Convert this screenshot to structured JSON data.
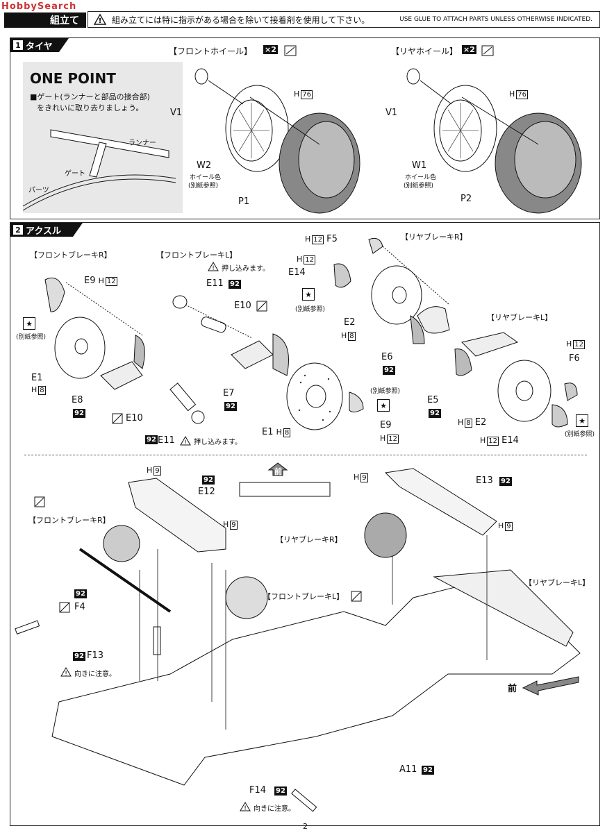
{
  "header": {
    "watermark": "HobbySearch",
    "step_title": "組立て",
    "notice_jp": "組み立てには特に指示がある場合を除いて接着剤を使用して下さい。",
    "notice_en": "USE GLUE TO ATTACH PARTS UNLESS OTHERWISE INDICATED."
  },
  "section1": {
    "number": "1",
    "title": "タイヤ",
    "one_point": {
      "heading": "ONE POINT",
      "text_line1": "■ゲート(ランナーと部品の接合部)",
      "text_line2": "をきれいに取り去りましょう。",
      "runner": "ランナー",
      "gate": "ゲート",
      "parts": "パーツ"
    },
    "front_wheel": {
      "title": "【フロントホイール】",
      "qty": "×2",
      "v": "V1",
      "h": "H",
      "h_num": "76",
      "w": "W2",
      "color_line1": "ホイール色",
      "color_line2": "(別紙参照)",
      "tire": "P1"
    },
    "rear_wheel": {
      "title": "【リヤホイール】",
      "qty": "×2",
      "v": "V1",
      "h": "H",
      "h_num": "76",
      "w": "W1",
      "color_line1": "ホイール色",
      "color_line2": "(別紙参照)",
      "tire": "P2"
    }
  },
  "section2": {
    "number": "2",
    "title": "アクスル",
    "front_brake_r": {
      "title": "【フロントブレーキR】",
      "e9": "E9",
      "h12": "12",
      "ref": "(別紙参照)",
      "e1": "E1",
      "h8": "8",
      "e8": "E8",
      "c92": "92",
      "e10": "E10",
      "e11": "E11",
      "press": "押し込みます。"
    },
    "front_brake_l": {
      "title": "【フロントブレーキL】",
      "press": "押し込みます。",
      "e11": "E11",
      "c92": "92",
      "e10": "E10",
      "e7": "E7",
      "e1": "E1",
      "h8": "8",
      "ref": "(別紙参照)",
      "e9": "E9",
      "h12": "12"
    },
    "rear_brake_r": {
      "title": "【リヤブレーキR】",
      "f5": "F5",
      "h12": "12",
      "e14": "E14",
      "ref": "(別紙参照)",
      "e2": "E2",
      "h8": "8",
      "e6": "E6",
      "c92": "92"
    },
    "rear_brake_l": {
      "title": "【リヤブレーキL】",
      "f6": "F6",
      "h12": "12",
      "e5": "E5",
      "c92": "92",
      "e2": "E2",
      "h8": "8",
      "e14": "E14",
      "ref": "(別紙参照)"
    }
  },
  "assembly": {
    "front_mark": "前",
    "h9": "9",
    "c92": "92",
    "e12": "E12",
    "e13": "E13",
    "front_brake_r": "【フロントブレーキR】",
    "front_brake_l": "【フロントブレーキL】",
    "rear_brake_r": "【リヤブレーキR】",
    "rear_brake_l": "【リヤブレーキL】",
    "f4": "F4",
    "f13": "F13",
    "f14": "F14",
    "orient": "向きに注意。",
    "a11": "A11",
    "front_arrow": "前"
  },
  "footer": {
    "page": "2"
  }
}
